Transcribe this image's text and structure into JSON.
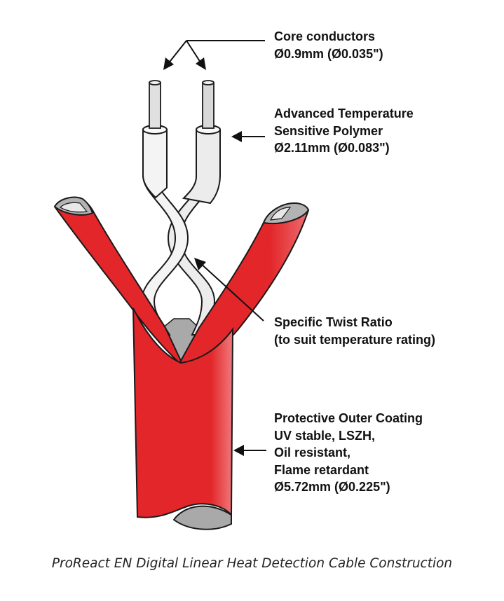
{
  "labels": {
    "core": {
      "line1": "Core conductors",
      "line2": "Ø0.9mm (Ø0.035\")"
    },
    "polymer": {
      "line1": "Advanced Temperature",
      "line2": "Sensitive Polymer",
      "line3": "Ø2.11mm (Ø0.083\")"
    },
    "twist": {
      "line1": "Specific Twist Ratio",
      "line2": "(to suit temperature rating)"
    },
    "coating": {
      "line1": "Protective Outer Coating",
      "line2": "UV stable, LSZH,",
      "line3": "Oil resistant,",
      "line4": "Flame retardant",
      "line5": "Ø5.72mm (Ø0.225\")"
    }
  },
  "caption": "ProReact EN Digital Linear Heat Detection Cable Construction",
  "colors": {
    "jacket": "#e2262a",
    "jacket_highlight": "#f07a7c",
    "insulation": "#f1f1f1",
    "conductor": "#dcdcdc",
    "inner_gray": "#a9a9a9",
    "outline": "#1a1a1a"
  }
}
